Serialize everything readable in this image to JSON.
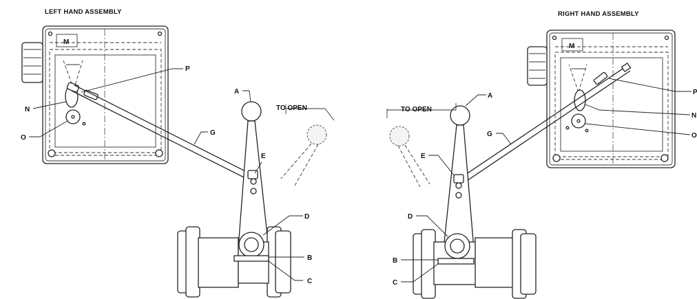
{
  "left_assembly": {
    "title": "LEFT HAND ASSEMBLY",
    "to_open": "TO OPEN",
    "labels": {
      "A": "A",
      "B": "B",
      "C": "C",
      "D": "D",
      "E": "E",
      "G": "G",
      "M": "M",
      "N": "N",
      "O": "O",
      "P": "P"
    }
  },
  "right_assembly": {
    "title": "RIGHT HAND ASSEMBLY",
    "to_open": "TO OPEN",
    "labels": {
      "A": "A",
      "B": "B",
      "C": "C",
      "D": "D",
      "E": "E",
      "G": "G",
      "M": "M",
      "N": "N",
      "O": "O",
      "P": "P"
    }
  }
}
